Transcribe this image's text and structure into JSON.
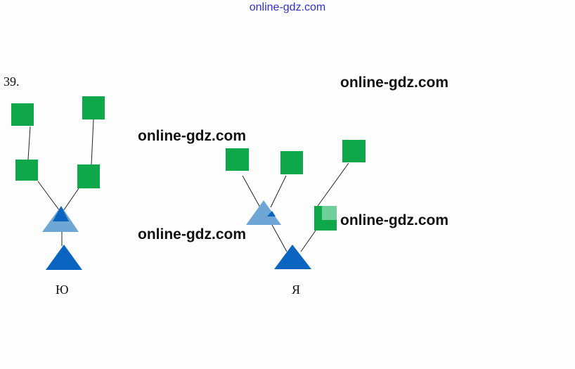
{
  "watermark_top": "online-gdz.com",
  "watermarks": [
    "online-gdz.com",
    "online-gdz.com",
    "online-gdz.com",
    "online-gdz.com"
  ],
  "problem_number": "39.",
  "labels": {
    "left_tree": "Ю",
    "right_tree": "Я"
  },
  "colors": {
    "square": "#0ea84a",
    "triangle": "#0b64c0",
    "triangle_light": "#6ea6d6"
  }
}
